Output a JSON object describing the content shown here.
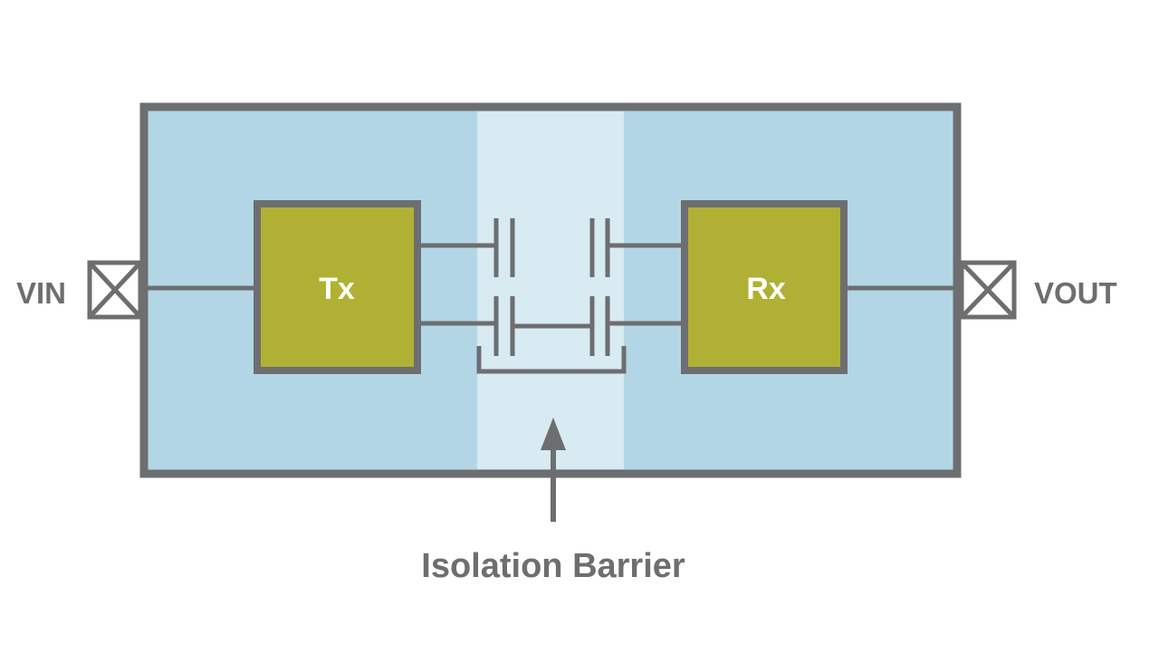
{
  "diagram": {
    "input_label": "VIN",
    "output_label": "VOUT",
    "tx_label": "Tx",
    "rx_label": "Rx",
    "barrier_label": "Isolation Barrier"
  },
  "colors": {
    "package_fill": "#b3d6e6",
    "barrier_fill": "#d8eaf2",
    "outline": "#6d6e70",
    "block_fill": "#b0b134",
    "block_text": "#ffffff",
    "label_text": "#6d6e70"
  }
}
